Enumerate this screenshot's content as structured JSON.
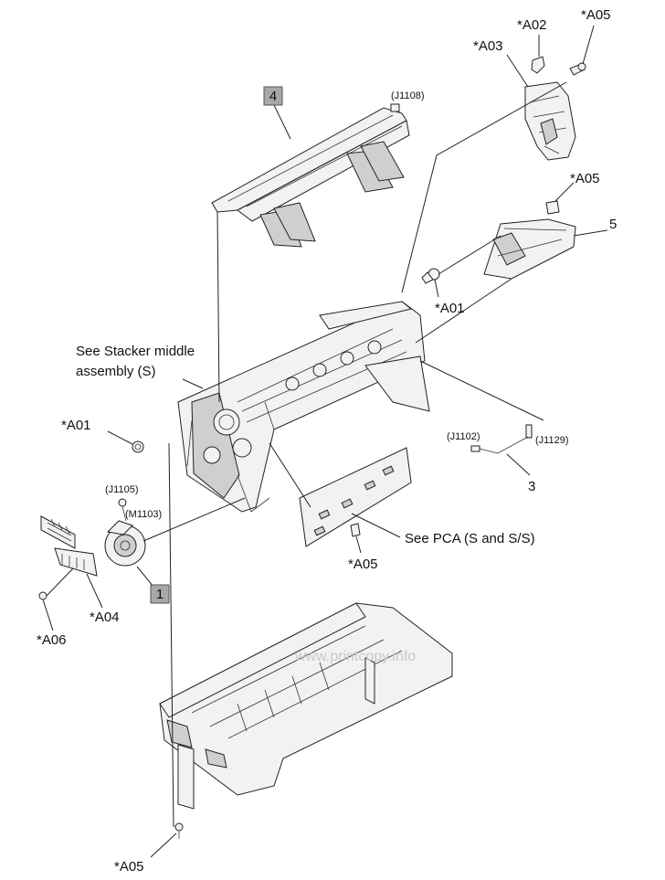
{
  "labels": {
    "a05_top": "*A05",
    "a02": "*A02",
    "a03": "*A03",
    "j1108": "(J1108)",
    "a05_right": "*A05",
    "item5": "5",
    "a01_right": "*A01",
    "stacker_line1": "See Stacker middle",
    "stacker_line2": "assembly (S)",
    "a01_left": "*A01",
    "j1102": "(J1102)",
    "j1129": "(J1129)",
    "item3": "3",
    "j1105": "(J1105)",
    "m1103": "(M1103)",
    "pca": "See PCA (S and S/S)",
    "a05_mid": "*A05",
    "a04": "*A04",
    "a06": "*A06",
    "a05_bottom": "*A05",
    "watermark": "www.printcopy.info"
  },
  "badges": {
    "item4": "4",
    "item1": "1"
  }
}
